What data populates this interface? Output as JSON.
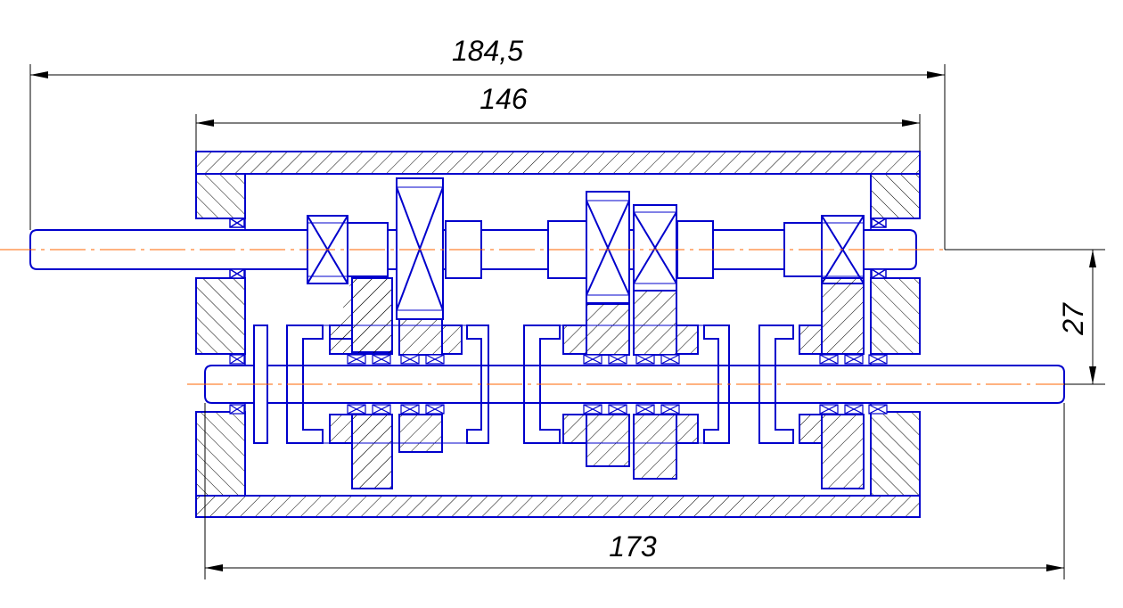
{
  "dimensions": {
    "overall_input_length": "184,5",
    "housing_length": "146",
    "overall_output_length": "173",
    "shaft_offset": "27"
  },
  "colors": {
    "outline": "#0000cc",
    "dimension": "#000000",
    "centerline": "#ff6600",
    "hatch": "#000000",
    "background": "#ffffff"
  }
}
